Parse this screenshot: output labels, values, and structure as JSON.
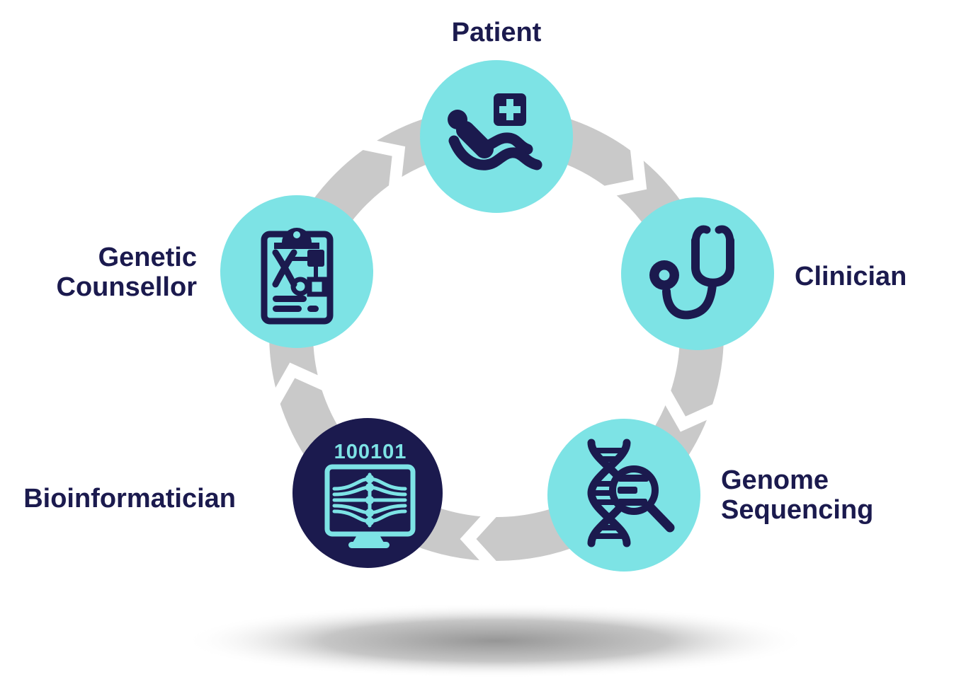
{
  "colors": {
    "bg": "#ffffff",
    "cyan": "#7DE3E5",
    "navy": "#1B1A4E",
    "arrow-gray": "#C9C9C9",
    "text": "#1B1A4E",
    "shadow": "#9a9a9a"
  },
  "diagram": {
    "type": "cycle",
    "flow_direction": "clockwise",
    "nodes": [
      {
        "id": "patient",
        "label": "Patient",
        "icon": "patient-reclining-icon",
        "circle_color": "#7DE3E5",
        "icon_color": "#1B1A4E"
      },
      {
        "id": "clinician",
        "label": "Clinician",
        "icon": "stethoscope-icon",
        "circle_color": "#7DE3E5",
        "icon_color": "#1B1A4E"
      },
      {
        "id": "genome-sequencing",
        "label": "Genome Sequencing",
        "label_line1": "Genome",
        "label_line2": "Sequencing",
        "icon": "dna-magnifier-icon",
        "circle_color": "#7DE3E5",
        "icon_color": "#1B1A4E"
      },
      {
        "id": "bioinformatician",
        "label": "Bioinformatician",
        "icon": "monitor-binary-icon",
        "screen_text": "100101",
        "circle_color": "#1B1A4E",
        "icon_color": "#7DE3E5"
      },
      {
        "id": "genetic-counsellor",
        "label": "Genetic Counsellor",
        "label_line1": "Genetic",
        "label_line2": "Counsellor",
        "icon": "clipboard-genetics-icon",
        "circle_color": "#7DE3E5",
        "icon_color": "#1B1A4E"
      }
    ]
  }
}
